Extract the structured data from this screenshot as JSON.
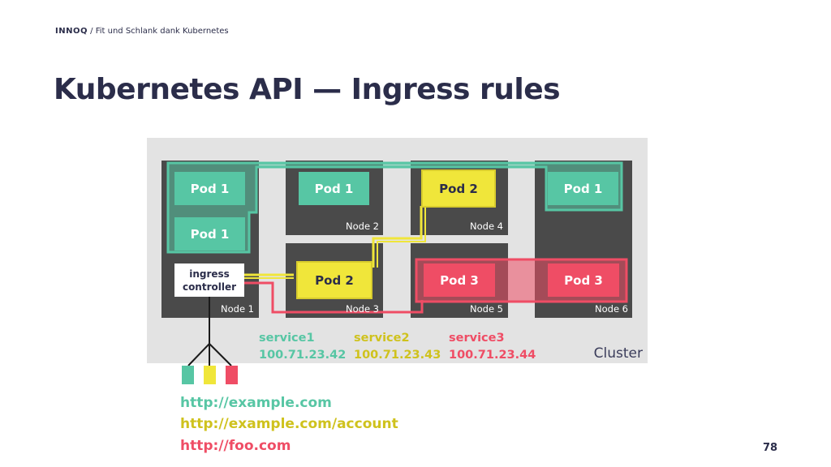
{
  "header": {
    "brand": "INNOQ",
    "separator": "/",
    "subtitle": "Fit und Schlank dank Kubernetes"
  },
  "title": "Kubernetes API — Ingress rules",
  "page_number": "78",
  "colors": {
    "service1": "#57c6a4",
    "service2": "#f0e63a",
    "service3": "#ef4d65",
    "text_dark": "#2b2d4a",
    "node_bg": "#4a4a4a",
    "cluster_bg": "#e3e3e3"
  },
  "diagram": {
    "cluster_label": "Cluster",
    "ingress_controller": [
      "ingress",
      "controller"
    ],
    "nodes": [
      "Node 1",
      "Node 2",
      "Node 3",
      "Node 4",
      "Node 5",
      "Node 6"
    ],
    "pods": {
      "n1_pod_a": "Pod 1",
      "n1_pod_b": "Pod 1",
      "n2_pod": "Pod 1",
      "n3_pod": "Pod 2",
      "n4_pod": "Pod 2",
      "n5_pod": "Pod 3",
      "n6_pod_a": "Pod 1",
      "n6_pod_b": "Pod 3"
    },
    "services": [
      {
        "name": "service1",
        "ip": "100.71.23.42"
      },
      {
        "name": "service2",
        "ip": "100.71.23.43"
      },
      {
        "name": "service3",
        "ip": "100.71.23.44"
      }
    ]
  },
  "urls": [
    "http://example.com",
    "http://example.com/account",
    "http://foo.com"
  ]
}
